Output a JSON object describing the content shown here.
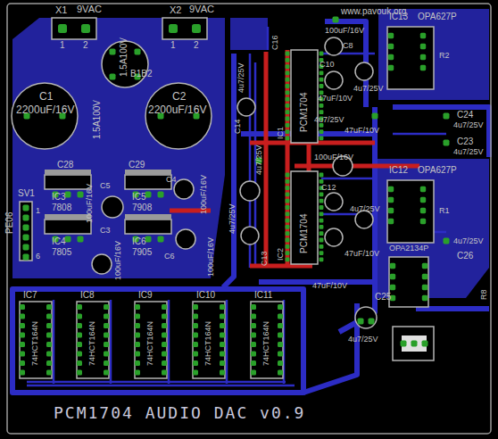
{
  "diagram": {
    "title": "PCM1704 AUDIO DAC v0.9",
    "labels": [
      "X1",
      "9VAC",
      "X2",
      "9VAC",
      "1",
      "2",
      "1",
      "2",
      "B1B2",
      "1.5A100V",
      "1.5A100V",
      "C1",
      "2200uF/16V",
      "C2",
      "2200uF/16V",
      "C28",
      "C29",
      "100uF/16V",
      "100uF/16V",
      "IC3",
      "7808",
      "IC5",
      "7908",
      "IC4",
      "7805",
      "IC6",
      "7905",
      "C5",
      "C4",
      "C3",
      "C6",
      "100uF/16V",
      "100uF/16V",
      "SV1",
      "PE06",
      "1",
      "6",
      "IC7",
      "IC8",
      "IC9",
      "IC10",
      "IC11",
      "74HCT164N",
      "74HCT164N",
      "74HCT164N",
      "74HCT164N",
      "74HCT164N",
      "C16",
      "4u7/25V",
      "4u7/25V",
      "PCM1704",
      "IC1",
      "PCM1704",
      "IC2",
      "100uF/16V",
      "C8",
      "47uF/10V",
      "4u7/25V",
      "C10",
      "4u7/25V",
      "47uF/10V",
      "100uF/16V",
      "C14",
      "4u7/25V",
      "C13",
      "4u7/25V",
      "47uF/10V",
      "47uF/10V",
      "C12",
      "IC13",
      "OPA627P",
      "R2",
      "C24",
      "4u7/25V",
      "C23",
      "4u7/25V",
      "IC12",
      "OPA627P",
      "R1",
      "C26",
      "4u7/25V",
      "OPA2134P",
      "C25",
      "4u7/25V",
      "R8",
      "www.pavouk.org"
    ]
  }
}
